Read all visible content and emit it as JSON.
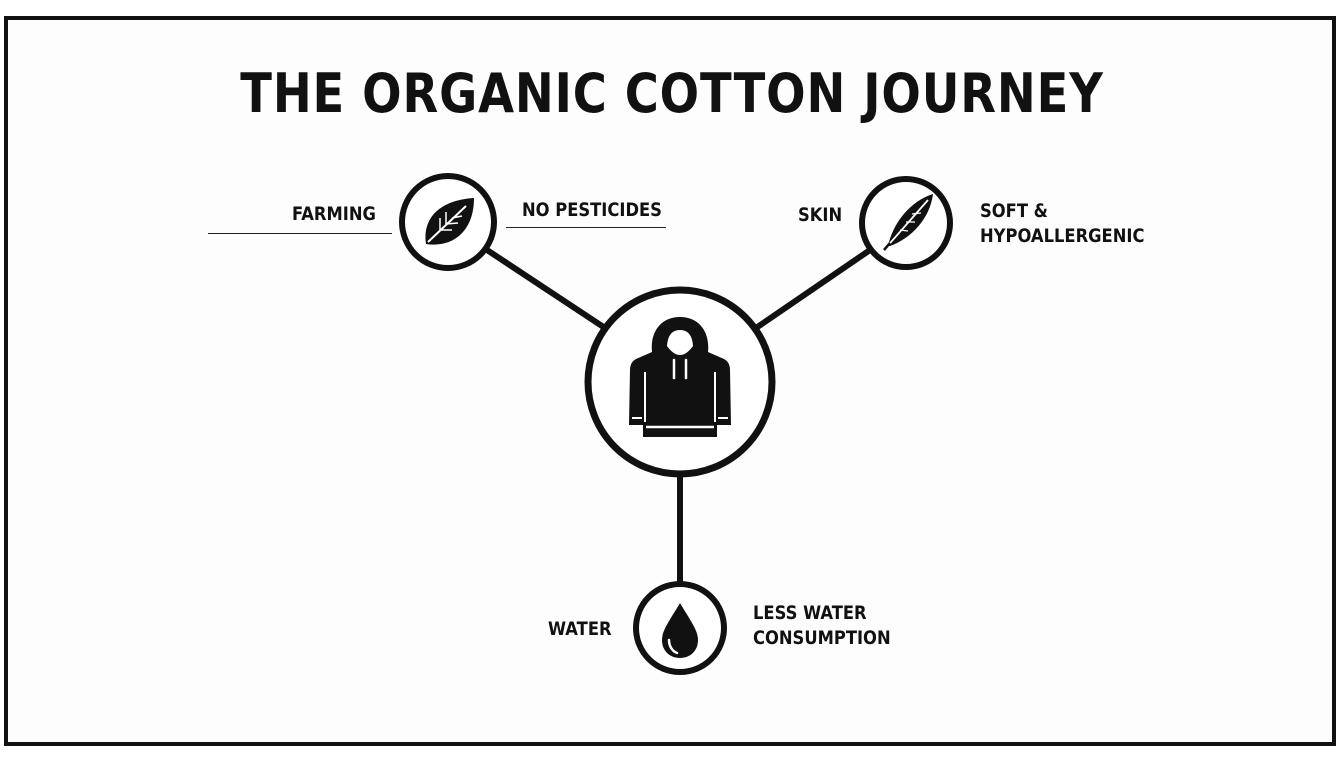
{
  "title": "THE ORGANIC COTTON JOURNEY",
  "colors": {
    "ink": "#111111",
    "background": "#ffffff"
  },
  "center_node": {
    "icon": "hoodie-icon"
  },
  "nodes": [
    {
      "id": "farming",
      "label": "FARMING",
      "detail": "NO PESTICIDES",
      "icon": "leaf-icon"
    },
    {
      "id": "skin",
      "label": "SKIN",
      "detail_lines": [
        "SOFT &",
        "HYPOALLERGENIC"
      ],
      "icon": "feather-icon"
    },
    {
      "id": "water",
      "label": "WATER",
      "detail_lines": [
        "LESS WATER",
        "CONSUMPTION"
      ],
      "icon": "water-drop-icon"
    }
  ]
}
